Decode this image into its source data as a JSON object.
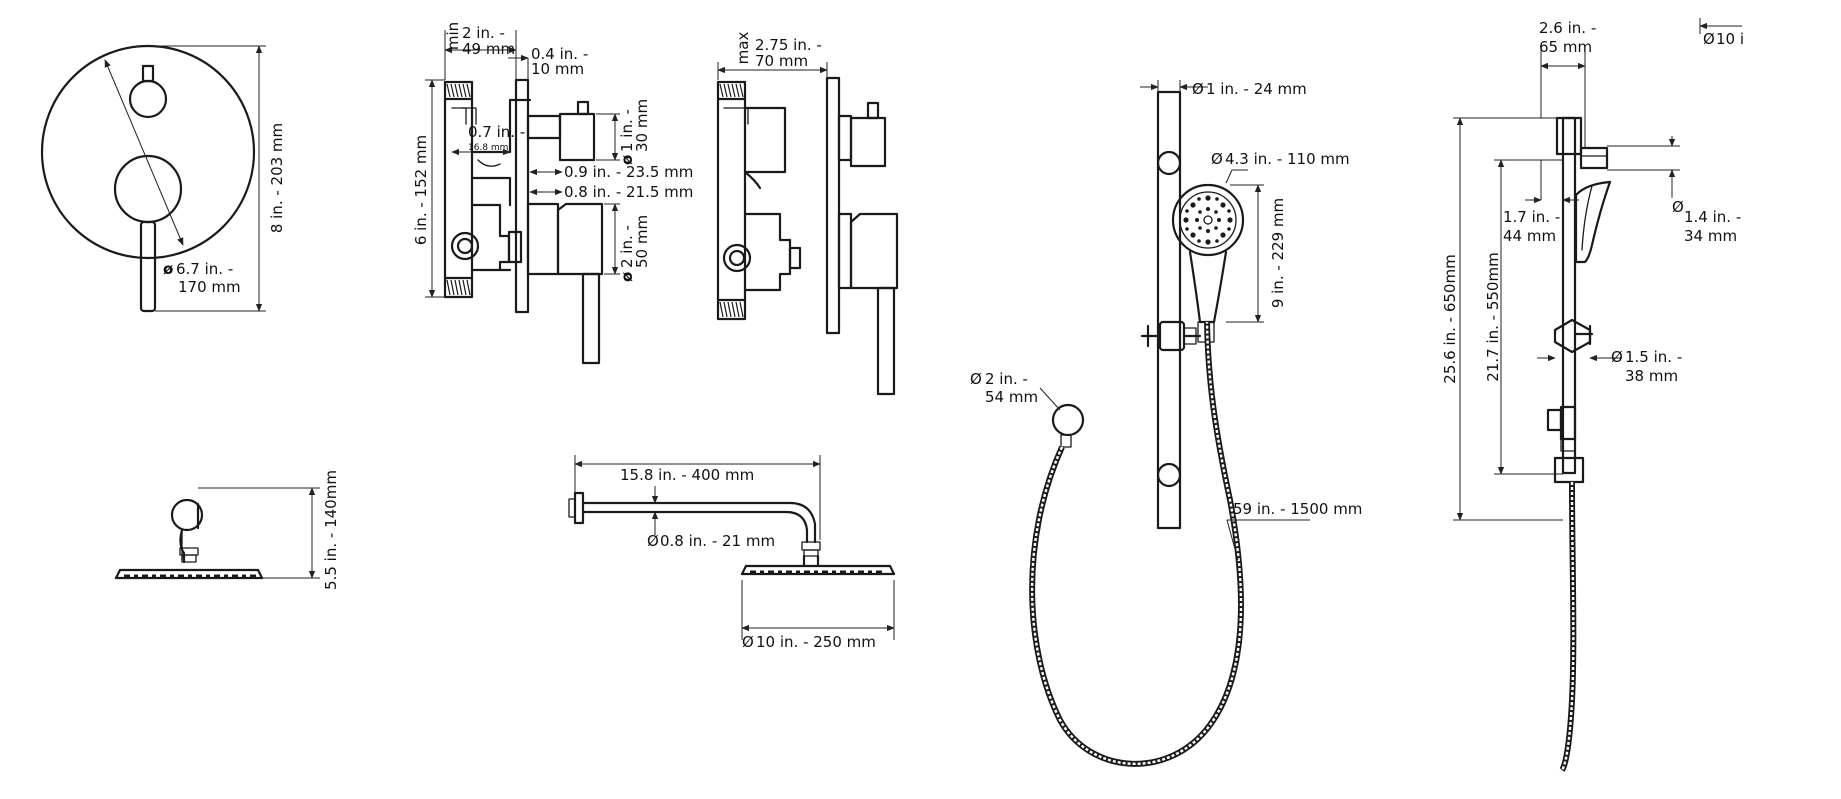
{
  "labels": {
    "trim_height": "8 in. - 203 mm",
    "trim_dia_in": "6.7 in. -",
    "trim_dia_mm": "170 mm",
    "valve_min_label": "min",
    "valve_depth_in": "2 in. -",
    "valve_depth_mm": "49 mm",
    "plate_thick_in": "0.4 in. -",
    "plate_thick_mm": "10 mm",
    "valve_height": "6 in. - 152 mm",
    "stem_len_in": "0.7 in. -",
    "stem_len_mm": "16.8 mm",
    "knob_dia_in": "1 in. -",
    "knob_dia_mm": "30 mm",
    "offset1": "0.9 in. - 23.5 mm",
    "offset2": "0.8 in. - 21.5 mm",
    "handle_dia_in": "2 in. -",
    "handle_dia_mm": "50 mm",
    "valve_max_label": "max",
    "valve_max_in": "2.75 in. -",
    "valve_max_mm": "70 mm",
    "rail_dia": "1 in. - 24 mm",
    "head_dia": "4.3 in. - 110 mm",
    "hand_len": "9 in. - 229 mm",
    "elbow_dia_in": "2 in. -",
    "elbow_dia_mm": "54 mm",
    "hose_len": "59 in. - 1500 mm",
    "arm_len": "15.8 in. - 400 mm",
    "arm_dia": "0.8 in. - 21 mm",
    "overhead_dia": "10 in. - 250 mm",
    "overhead_height": "5.5 in. - 140mm",
    "side_proj_in": "2.6 in. -",
    "side_proj_mm": "65 mm",
    "side_cut": "10 i",
    "rail_total": "25.6 in. - 650mm",
    "rail_inner": "21.7 in. - 550mm",
    "wall_off_in": "1.7 in. -",
    "wall_off_mm": "44 mm",
    "bracket_in": "1.4 in. -",
    "bracket_mm": "34 mm",
    "slider_in": "1.5 in. -",
    "slider_mm": "38 mm",
    "dia_symbol": "Ø",
    "dia_symbol_bold": "ø"
  }
}
